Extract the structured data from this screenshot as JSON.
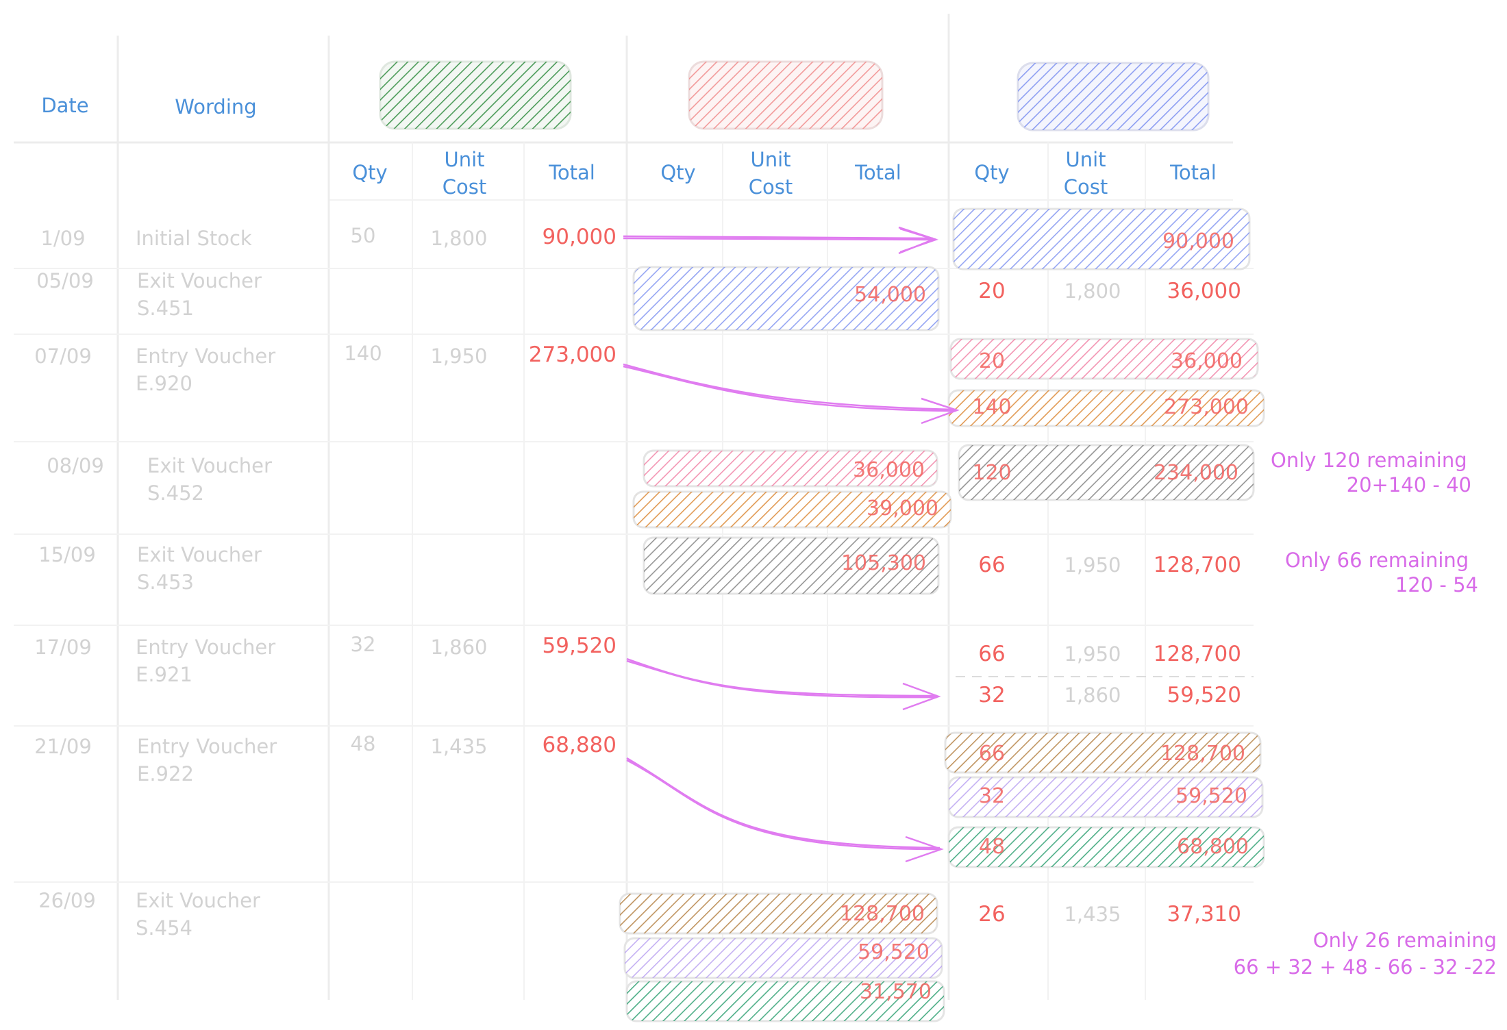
{
  "colors": {
    "header_text": "#4a90d9",
    "faint_text": "#d2d2d2",
    "value_text": "#f2625f",
    "note_text": "#d86be8",
    "arrow": "#e07cf0",
    "green": "#2e8b3e",
    "salmon": "#f08a8a",
    "blue": "#7b8ff0",
    "pink": "#f07aa0",
    "orange": "#d9822b",
    "gray": "#7a7a7a",
    "brown": "#b07a3a",
    "lavender": "#b59cf0",
    "teal": "#239b6a"
  },
  "header": {
    "date": "Date",
    "wording": "Wording",
    "sub_headers": [
      {
        "line1": "Qty",
        "line2": ""
      },
      {
        "line1": "Unit",
        "line2": "Cost"
      },
      {
        "line1": "Total",
        "line2": ""
      },
      {
        "line1": "Qty",
        "line2": ""
      },
      {
        "line1": "Unit",
        "line2": "Cost"
      },
      {
        "line1": "Total",
        "line2": ""
      },
      {
        "line1": "Qty",
        "line2": ""
      },
      {
        "line1": "Unit",
        "line2": "Cost"
      },
      {
        "line1": "Total",
        "line2": ""
      }
    ]
  },
  "rows": [
    {
      "date": "1/09",
      "wording": [
        "Initial Stock",
        ""
      ],
      "qty": "50",
      "unit": "1,800",
      "total": "90,000"
    },
    {
      "date": "05/09",
      "wording": [
        "Exit Voucher",
        "S.451"
      ],
      "qty": "",
      "unit": "",
      "total": ""
    },
    {
      "date": "07/09",
      "wording": [
        "Entry Voucher",
        "E.920"
      ],
      "qty": "140",
      "unit": "1,950",
      "total": "273,000"
    },
    {
      "date": "08/09",
      "wording": [
        "Exit Voucher",
        "S.452"
      ],
      "qty": "",
      "unit": "",
      "total": ""
    },
    {
      "date": "15/09",
      "wording": [
        "Exit Voucher",
        "S.453"
      ],
      "qty": "",
      "unit": "",
      "total": ""
    },
    {
      "date": "17/09",
      "wording": [
        "Entry Voucher",
        "E.921"
      ],
      "qty": "32",
      "unit": "1,860",
      "total": "59,520"
    },
    {
      "date": "21/09",
      "wording": [
        "Entry Voucher",
        "E.922"
      ],
      "qty": "48",
      "unit": "1,435",
      "total": "68,880"
    },
    {
      "date": "26/09",
      "wording": [
        "Exit Voucher",
        "S.454"
      ],
      "qty": "",
      "unit": "",
      "total": ""
    }
  ],
  "exit_bands": [
    {
      "total": "54,000"
    },
    {
      "total": "36,000"
    },
    {
      "total": "39,000"
    },
    {
      "total": "105,300"
    },
    {
      "total": "128,700"
    },
    {
      "total": "59,520"
    },
    {
      "total": "31,570"
    }
  ],
  "stock_bands": [
    {
      "qty": "",
      "total": "90,000"
    },
    {
      "qty": "20",
      "total": "36,000"
    },
    {
      "qty": "140",
      "total": "273,000"
    },
    {
      "qty": "120",
      "total": "234,000"
    },
    {
      "qty": "66",
      "total": "128,700"
    },
    {
      "qty": "32",
      "total": "59,520"
    },
    {
      "qty": "48",
      "total": "68,800"
    }
  ],
  "stock_plain": [
    {
      "qty": "20",
      "unit": "1,800",
      "total": "36,000"
    },
    {
      "qty": "66",
      "unit": "1,950",
      "total": "128,700"
    },
    {
      "qty": "66",
      "unit": "1,950",
      "total": "128,700"
    },
    {
      "qty": "32",
      "unit": "1,860",
      "total": "59,520"
    },
    {
      "qty": "26",
      "unit": "1,435",
      "total": "37,310"
    }
  ],
  "notes": [
    {
      "line1": "Only 120 remaining",
      "line2": "20+140 - 40"
    },
    {
      "line1": "Only 66 remaining",
      "line2": "120 - 54"
    },
    {
      "line1": "Only 26 remaining",
      "line2": "66 + 32 + 48 - 66 - 32 -22"
    }
  ]
}
